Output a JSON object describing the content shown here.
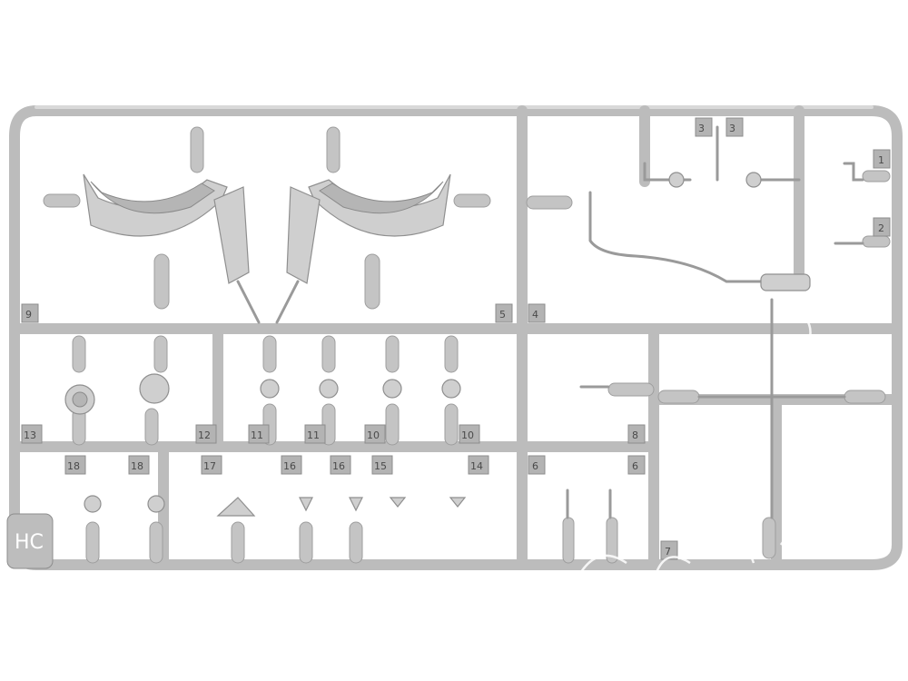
{
  "sprue": {
    "frame_label": "HC",
    "part_tags": [
      "3",
      "3",
      "1",
      "2",
      "9",
      "5",
      "4",
      "13",
      "12",
      "11",
      "11",
      "10",
      "10",
      "8",
      "18",
      "18",
      "17",
      "16",
      "16",
      "15",
      "14",
      "6",
      "6",
      "7"
    ]
  }
}
